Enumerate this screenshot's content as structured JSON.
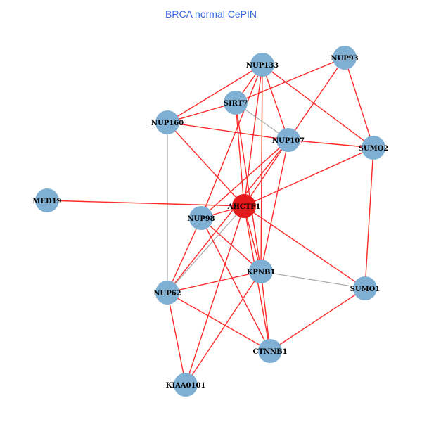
{
  "title": "BRCA normal CePIN",
  "colors": {
    "node": "#7fb0d3",
    "hub": "#e31a1c",
    "edge_red": "#ff2a2a",
    "edge_gray": "#aaaaaa"
  },
  "nodes": [
    {
      "id": "NUP133",
      "label": "NUP133",
      "hub": false
    },
    {
      "id": "NUP93",
      "label": "NUP93",
      "hub": false
    },
    {
      "id": "SIRT7",
      "label": "SIRT7",
      "hub": false
    },
    {
      "id": "NUP160",
      "label": "NUP160",
      "hub": false
    },
    {
      "id": "NUP107",
      "label": "NUP107",
      "hub": false
    },
    {
      "id": "SUMO2",
      "label": "SUMO2",
      "hub": false
    },
    {
      "id": "MED19",
      "label": "MED19",
      "hub": false
    },
    {
      "id": "AHCTF1",
      "label": "AHCTF1",
      "hub": true
    },
    {
      "id": "NUP98",
      "label": "NUP98",
      "hub": false
    },
    {
      "id": "KPNB1",
      "label": "KPNB1",
      "hub": false
    },
    {
      "id": "SUMO1",
      "label": "SUMO1",
      "hub": false
    },
    {
      "id": "NUP62",
      "label": "NUP62",
      "hub": false
    },
    {
      "id": "CTNNB1",
      "label": "CTNNB1",
      "hub": false
    },
    {
      "id": "KIAA0101",
      "label": "KIAA0101",
      "hub": false
    }
  ],
  "edges": [
    [
      "NUP133",
      "NUP160",
      "red"
    ],
    [
      "NUP133",
      "NUP107",
      "red"
    ],
    [
      "NUP133",
      "SUMO2",
      "red"
    ],
    [
      "NUP133",
      "AHCTF1",
      "red"
    ],
    [
      "NUP133",
      "KPNB1",
      "red"
    ],
    [
      "NUP133",
      "NUP98",
      "red"
    ],
    [
      "NUP133",
      "SIRT7",
      "red"
    ],
    [
      "NUP93",
      "SIRT7",
      "red"
    ],
    [
      "NUP93",
      "NUP107",
      "red"
    ],
    [
      "NUP93",
      "SUMO2",
      "red"
    ],
    [
      "SIRT7",
      "NUP160",
      "red"
    ],
    [
      "SIRT7",
      "NUP107",
      "gray"
    ],
    [
      "SIRT7",
      "AHCTF1",
      "red"
    ],
    [
      "SIRT7",
      "KPNB1",
      "red"
    ],
    [
      "NUP160",
      "NUP107",
      "red"
    ],
    [
      "NUP160",
      "AHCTF1",
      "red"
    ],
    [
      "NUP160",
      "NUP62",
      "gray"
    ],
    [
      "NUP107",
      "SUMO2",
      "red"
    ],
    [
      "NUP107",
      "AHCTF1",
      "red"
    ],
    [
      "NUP107",
      "NUP98",
      "red"
    ],
    [
      "NUP107",
      "KPNB1",
      "red"
    ],
    [
      "NUP107",
      "NUP62",
      "red"
    ],
    [
      "SUMO2",
      "AHCTF1",
      "red"
    ],
    [
      "SUMO2",
      "SUMO1",
      "red"
    ],
    [
      "MED19",
      "AHCTF1",
      "red"
    ],
    [
      "AHCTF1",
      "NUP98",
      "red"
    ],
    [
      "AHCTF1",
      "NUP62",
      "gray"
    ],
    [
      "AHCTF1",
      "KPNB1",
      "red"
    ],
    [
      "AHCTF1",
      "SUMO1",
      "red"
    ],
    [
      "AHCTF1",
      "CTNNB1",
      "red"
    ],
    [
      "AHCTF1",
      "KIAA0101",
      "red"
    ],
    [
      "NUP98",
      "NUP62",
      "red"
    ],
    [
      "NUP98",
      "KPNB1",
      "red"
    ],
    [
      "NUP98",
      "CTNNB1",
      "red"
    ],
    [
      "KPNB1",
      "NUP62",
      "red"
    ],
    [
      "KPNB1",
      "SUMO1",
      "gray"
    ],
    [
      "KPNB1",
      "KIAA0101",
      "red"
    ],
    [
      "KPNB1",
      "CTNNB1",
      "red"
    ],
    [
      "NUP62",
      "CTNNB1",
      "red"
    ],
    [
      "NUP62",
      "KIAA0101",
      "red"
    ],
    [
      "SUMO1",
      "CTNNB1",
      "red"
    ]
  ]
}
